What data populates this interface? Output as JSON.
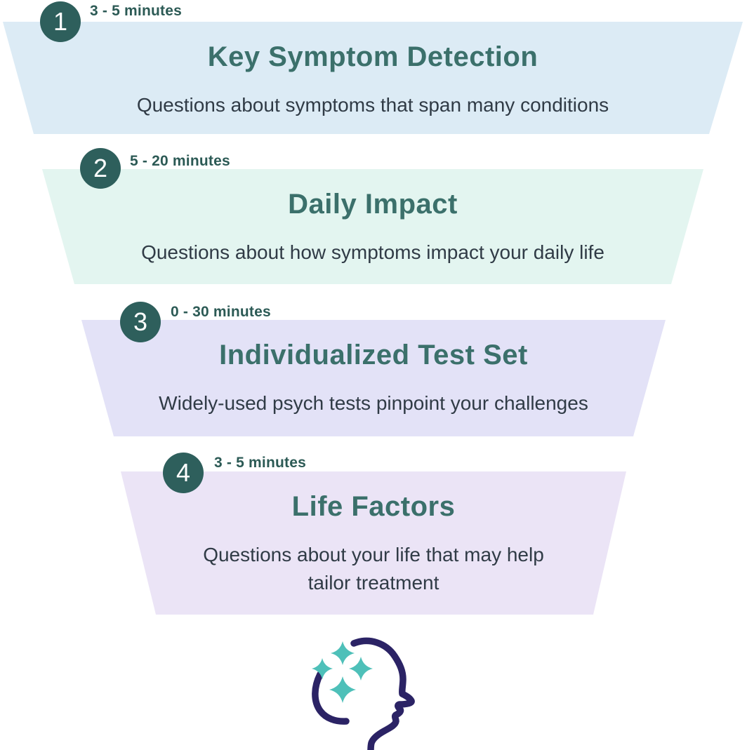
{
  "theme": {
    "background": "#ffffff",
    "circle_color": "#2e5f5c",
    "title_color": "#3b706b",
    "time_color": "#2c5a55",
    "description_color": "#303b46"
  },
  "funnel": {
    "stages": [
      {
        "number": "1",
        "time": "3 - 5 minutes",
        "title": "Key Symptom Detection",
        "description": "Questions about symptoms that span many conditions",
        "color": "#dcebf5"
      },
      {
        "number": "2",
        "time": "5 - 20 minutes",
        "title": "Daily Impact",
        "description": "Questions about how symptoms impact your daily life",
        "color": "#e3f5f0"
      },
      {
        "number": "3",
        "time": "0 - 30 minutes",
        "title": "Individualized Test Set",
        "description": "Widely-used psych tests pinpoint your challenges",
        "color": "#e3e2f7"
      },
      {
        "number": "4",
        "time": "3 - 5 minutes",
        "title": "Life Factors",
        "description": "Questions about your life that may help tailor treatment",
        "color": "#ebe4f6"
      }
    ]
  },
  "icon": {
    "name": "head-with-sparkles",
    "head_color": "#2b2365",
    "sparkle_color": "#4ec0b9"
  }
}
